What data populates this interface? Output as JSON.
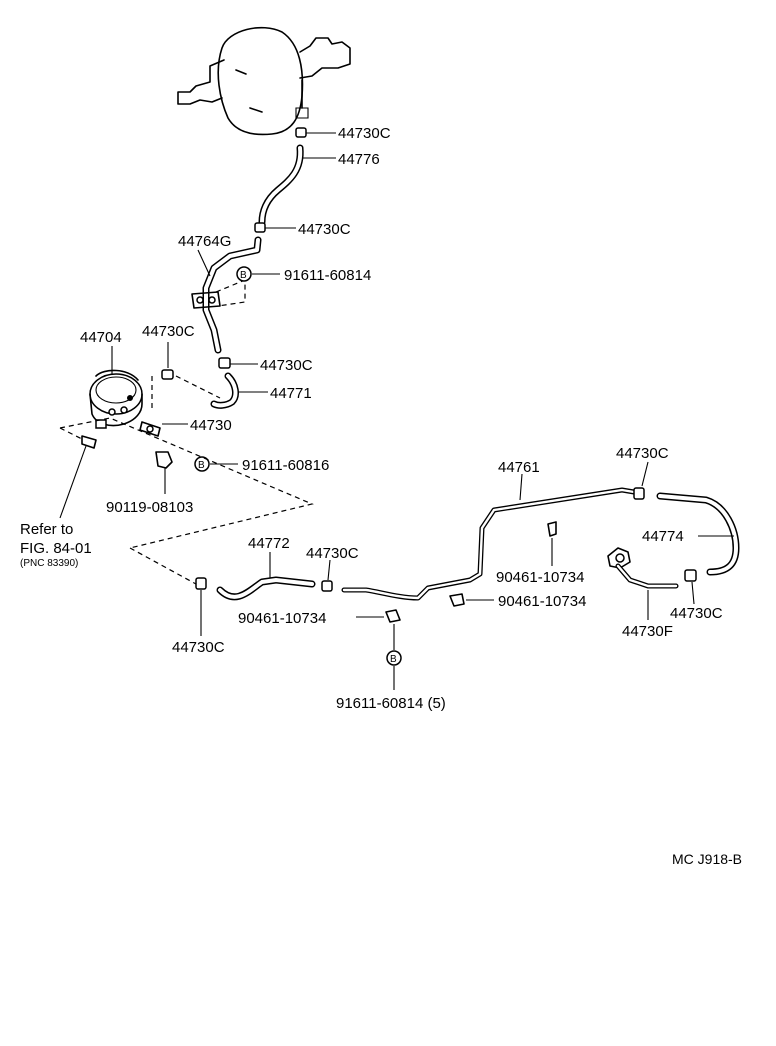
{
  "labels": {
    "l_44730C_1": "44730C",
    "l_44776": "44776",
    "l_44730C_2": "44730C",
    "l_44764G": "44764G",
    "l_91611_60814_a": "91611-60814",
    "l_44704": "44704",
    "l_44730C_3": "44730C",
    "l_44730C_4": "44730C",
    "l_44771": "44771",
    "l_44730": "44730",
    "l_91611_60816": "91611-60816",
    "l_90119_08103": "90119-08103",
    "l_refer_1": "Refer to",
    "l_refer_2": "FIG. 84-01",
    "l_refer_3": "(PNC 83390)",
    "l_44761": "44761",
    "l_44730C_5": "44730C",
    "l_44774": "44774",
    "l_44772": "44772",
    "l_44730C_6": "44730C",
    "l_90461_10734_a": "90461-10734",
    "l_90461_10734_b": "90461-10734",
    "l_90461_10734_c": "90461-10734",
    "l_44730C_7": "44730C",
    "l_44730F": "44730F",
    "l_44730C_8": "44730C",
    "l_91611_60814_5": "91611-60814 (5)",
    "l_code": "MC  J918-B"
  },
  "bolt_marker": "B"
}
